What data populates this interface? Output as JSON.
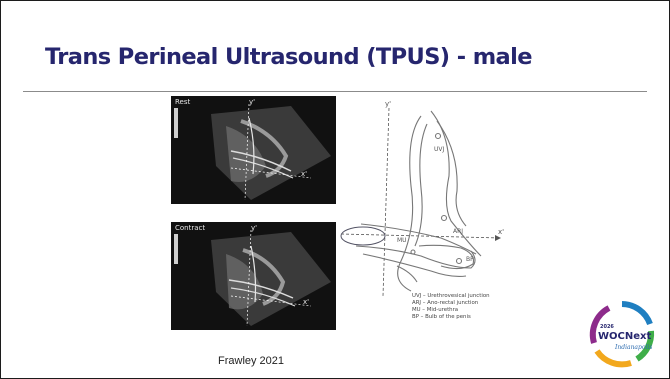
{
  "slide": {
    "title": "Trans Perineal Ultrasound (TPUS) - male",
    "credit": "Frawley 2021"
  },
  "ultrasound": {
    "top_label": "Rest",
    "bottom_label": "Contract",
    "axis_y_label": "y'",
    "axis_x_label": "x'"
  },
  "diagram": {
    "axis_y_label": "y'",
    "axis_x_label": "x'",
    "points": [
      {
        "label": "UVJ"
      },
      {
        "label": "ARJ"
      },
      {
        "label": "MU"
      },
      {
        "label": "BP"
      }
    ]
  },
  "legend": [
    "UVJ – Urethrovesical junction",
    "ARJ – Ano-rectal junction",
    "MU – Mid-urethra",
    "BP – Bulb of the penis"
  ],
  "logo": {
    "year": "2026",
    "name": "WOCNext",
    "city": "Indianapolis",
    "colors": [
      "#1f7fc1",
      "#3fae49",
      "#f2a81d",
      "#8d2b8b"
    ]
  }
}
